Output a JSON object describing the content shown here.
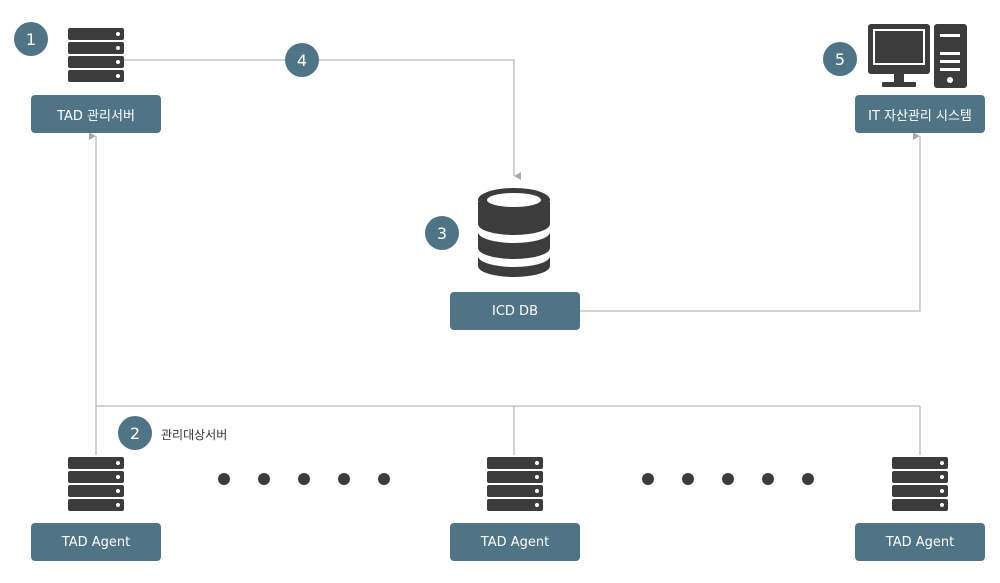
{
  "nodes": {
    "tad_server": "TAD 관리서버",
    "it_asset_system": "IT 자산관리 시스템",
    "icd_db": "ICD DB",
    "agent_left": "TAD Agent",
    "agent_center": "TAD Agent",
    "agent_right": "TAD Agent"
  },
  "badges": {
    "b1": "1",
    "b2": "2",
    "b3": "3",
    "b4": "4",
    "b5": "5"
  },
  "captions": {
    "managed_servers": "관리대상서버"
  },
  "colors": {
    "box": "#4f7486",
    "icon": "#3c3c3c",
    "line": "#bbbbbb"
  },
  "icons": {
    "server": "server-rack-icon",
    "database": "database-icon",
    "computer": "desktop-computer-icon"
  }
}
